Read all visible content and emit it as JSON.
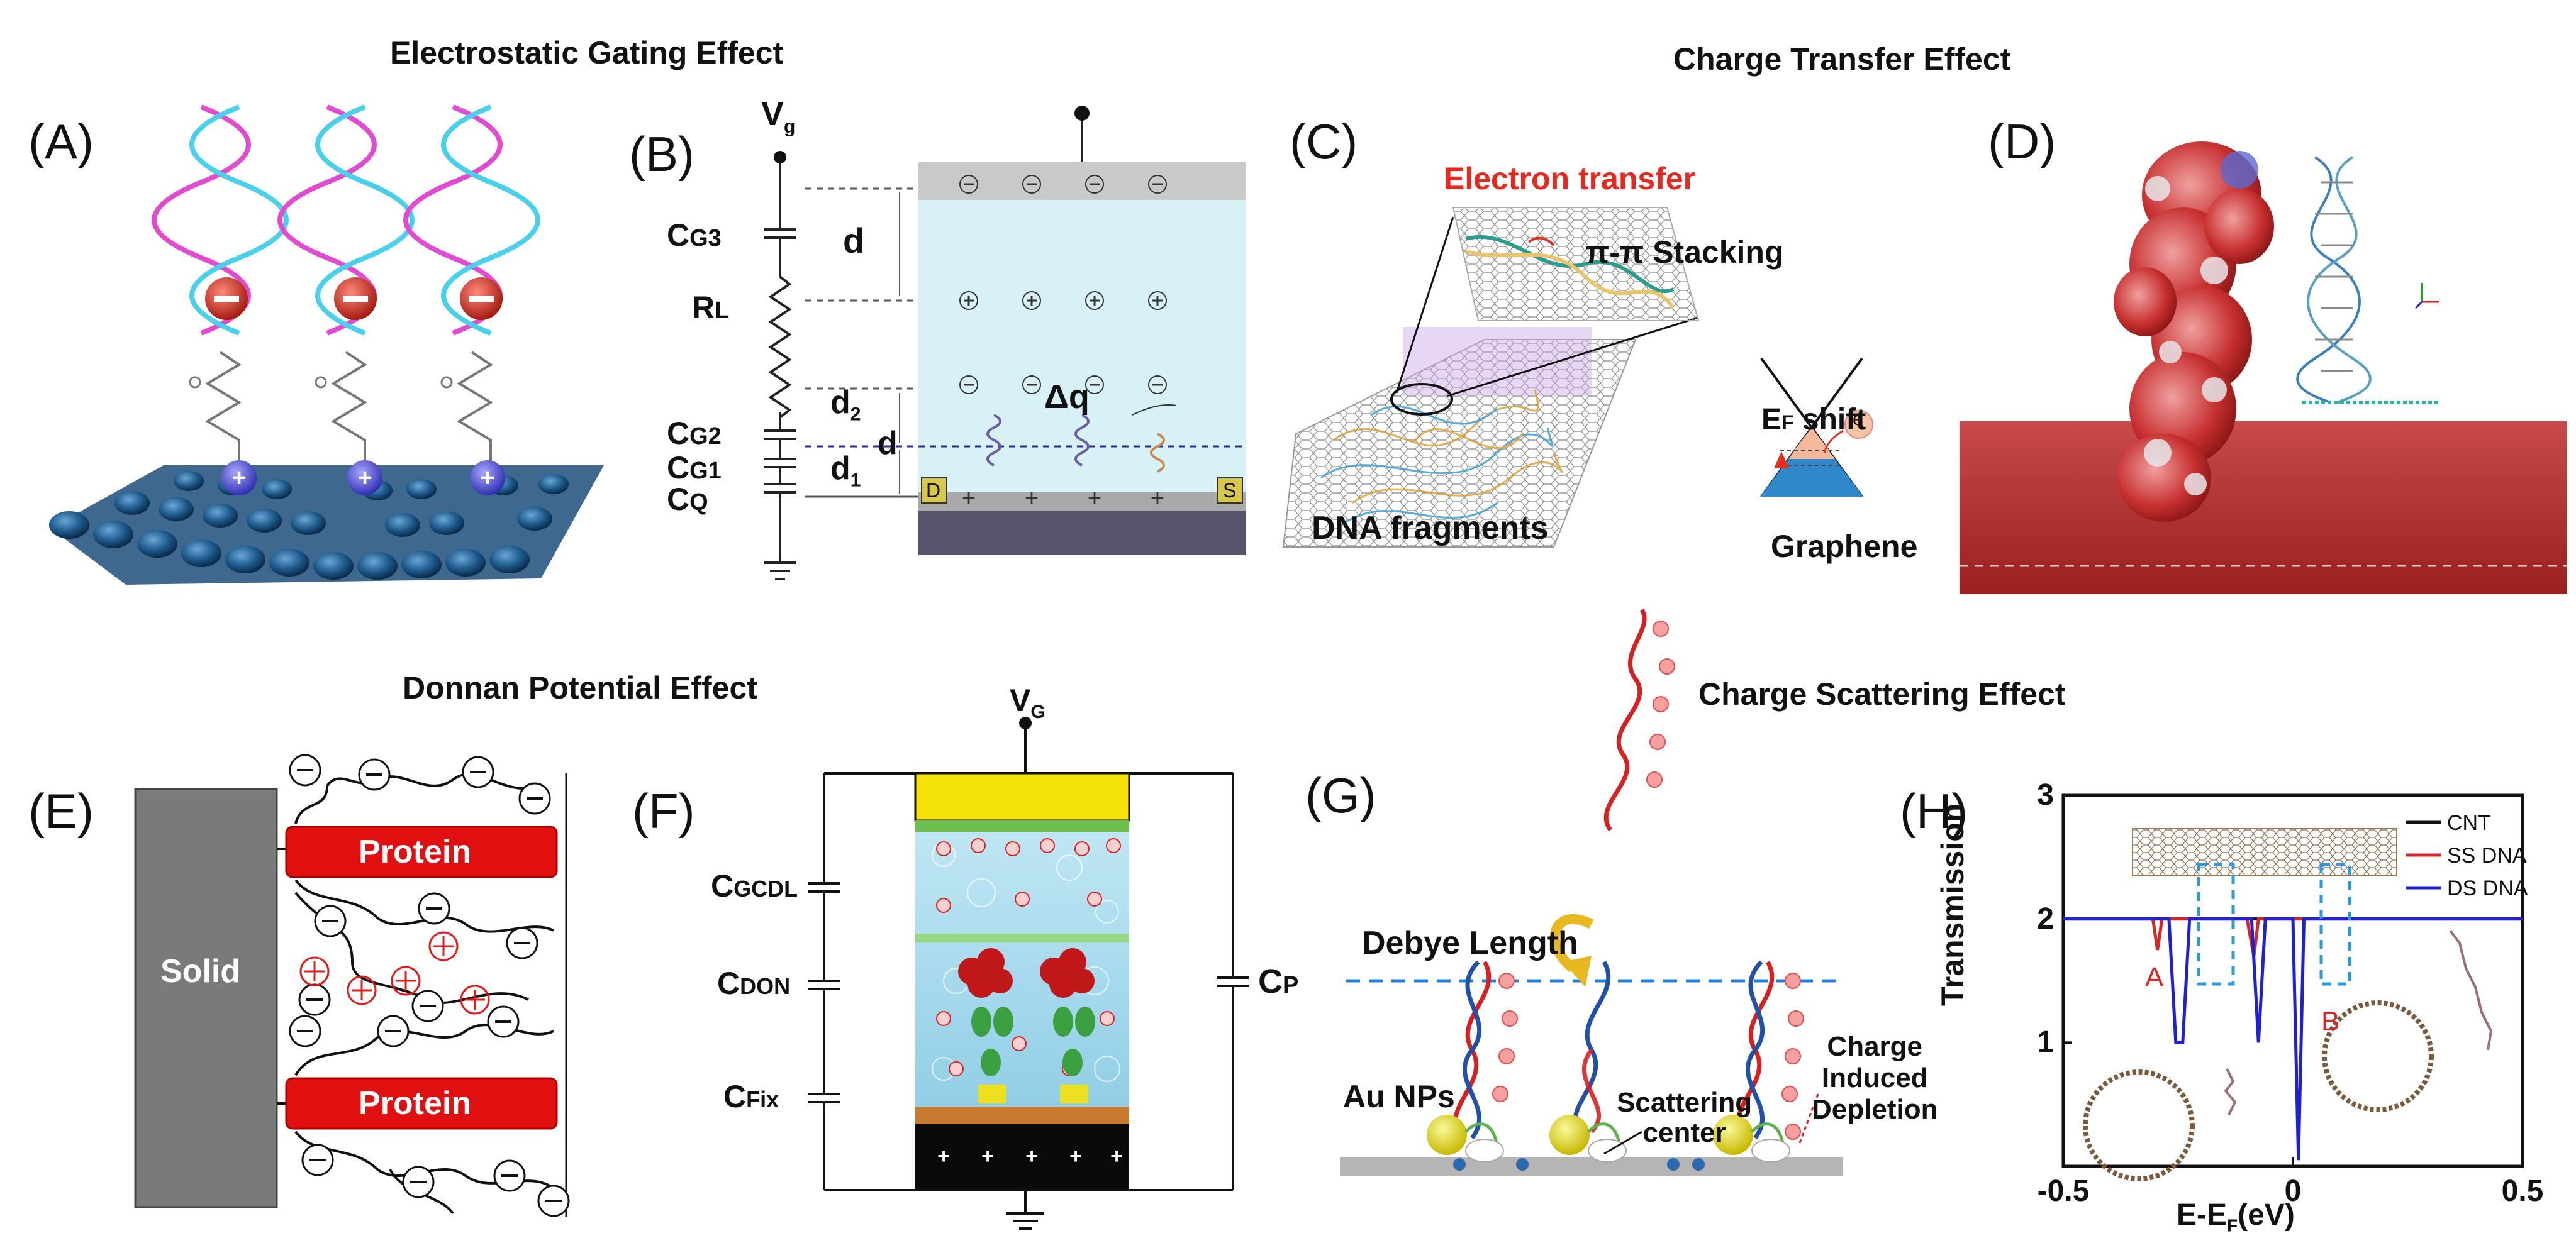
{
  "sections": {
    "electrostatic": "Electrostatic Gating Effect",
    "charge_transfer": "Charge Transfer Effect",
    "donnan": "Donnan Potential Effect",
    "scattering": "Charge Scattering Effect"
  },
  "panels": {
    "a": "(A)",
    "b": "(B)",
    "c": "(C)",
    "d": "(D)",
    "e": "(E)",
    "f": "(F)",
    "g": "(G)",
    "h": "(H)"
  },
  "panel_b": {
    "vg": "V",
    "vg_sub": "g",
    "cg3": "C",
    "cg3_sub": "G3",
    "rl": "R",
    "rl_sub": "L",
    "cg2": "C",
    "cg2_sub": "G2",
    "cg1": "C",
    "cg1_sub": "G1",
    "cq": "C",
    "cq_sub": "Q",
    "d": "d",
    "d2": "d",
    "d2_sub": "2",
    "d_mid": "d",
    "d1": "d",
    "d1_sub": "1",
    "dq": "Δq",
    "drain": "D",
    "source": "S"
  },
  "panel_c": {
    "electron_transfer": "Electron transfer",
    "stacking": "π-π Stacking",
    "ef_shift": "E",
    "ef_sub": "F",
    "ef_rest": " shift",
    "dna_fragments": "DNA fragments",
    "graphene": "Graphene",
    "electron": "e"
  },
  "panel_e": {
    "solid": "Solid",
    "protein_top": "Protein",
    "protein_bottom": "Protein"
  },
  "panel_f": {
    "vg": "V",
    "vg_sub": "G",
    "cgcdl": "C",
    "cgcdl_sub": "GCDL",
    "cdon": "C",
    "cdon_sub": "DON",
    "cfix": "C",
    "cfix_sub": "Fix",
    "cp": "C",
    "cp_sub": "P"
  },
  "panel_g": {
    "debye": "Debye Length",
    "au": "Au NPs",
    "scattering1": "Scattering",
    "scattering2": "center",
    "charge1": "Charge",
    "charge2": "Induced",
    "charge3": "Depletion"
  },
  "chart_data": {
    "type": "line",
    "xlabel": "E-E",
    "xlabel_sub": "F",
    "xlabel_unit": "(eV)",
    "ylabel": "Transmission",
    "xlim": [
      -0.5,
      0.5
    ],
    "ylim": [
      0,
      3
    ],
    "xticks": [
      -0.5,
      0,
      0.5
    ],
    "xtick_labels": [
      "-0.5",
      "0",
      "0.5"
    ],
    "yticks": [
      1,
      2,
      3
    ],
    "ytick_labels": [
      "1",
      "2",
      "3"
    ],
    "legend_position": "top-right",
    "annotations": [
      "A",
      "B"
    ],
    "series": [
      {
        "name": "CNT",
        "color": "#111111",
        "x": [
          -0.5,
          0.5
        ],
        "y": [
          2,
          2
        ]
      },
      {
        "name": "SS DNA",
        "color": "#d62728",
        "x": [
          -0.5,
          -0.305,
          -0.295,
          -0.285,
          -0.275,
          -0.1,
          -0.085,
          -0.075,
          -0.06,
          0.5
        ],
        "y": [
          2,
          2,
          1.75,
          2,
          2,
          2,
          1.7,
          2,
          2,
          2
        ]
      },
      {
        "name": "DS DNA",
        "color": "#1f1fd6",
        "x": [
          -0.5,
          -0.27,
          -0.255,
          -0.24,
          -0.225,
          -0.09,
          -0.075,
          -0.06,
          0.0,
          0.012,
          0.024,
          0.5
        ],
        "y": [
          2,
          2,
          1.0,
          1.0,
          2,
          2,
          1.0,
          2,
          2,
          0.05,
          2,
          2
        ]
      }
    ]
  }
}
